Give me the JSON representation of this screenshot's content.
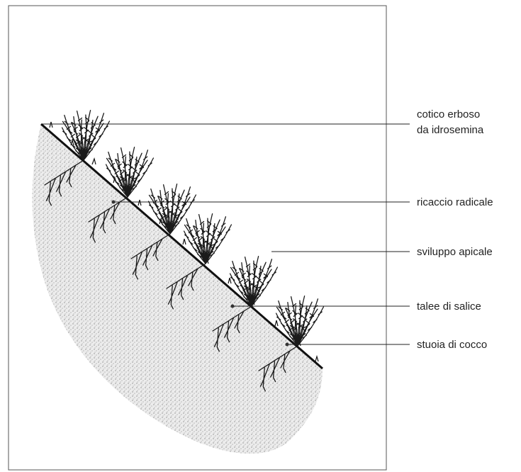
{
  "labels": {
    "turf_line1": "cotico erboso",
    "turf_line2": "da idrosemina",
    "root_regrowth": "ricaccio radicale",
    "apical_growth": "sviluppo apicale",
    "willow_cuttings": "talee di salice",
    "coir_mat": "stuoia di cocco"
  },
  "colors": {
    "ink": "#222222",
    "soil": "#b8b8b8",
    "frame": "#555555"
  }
}
